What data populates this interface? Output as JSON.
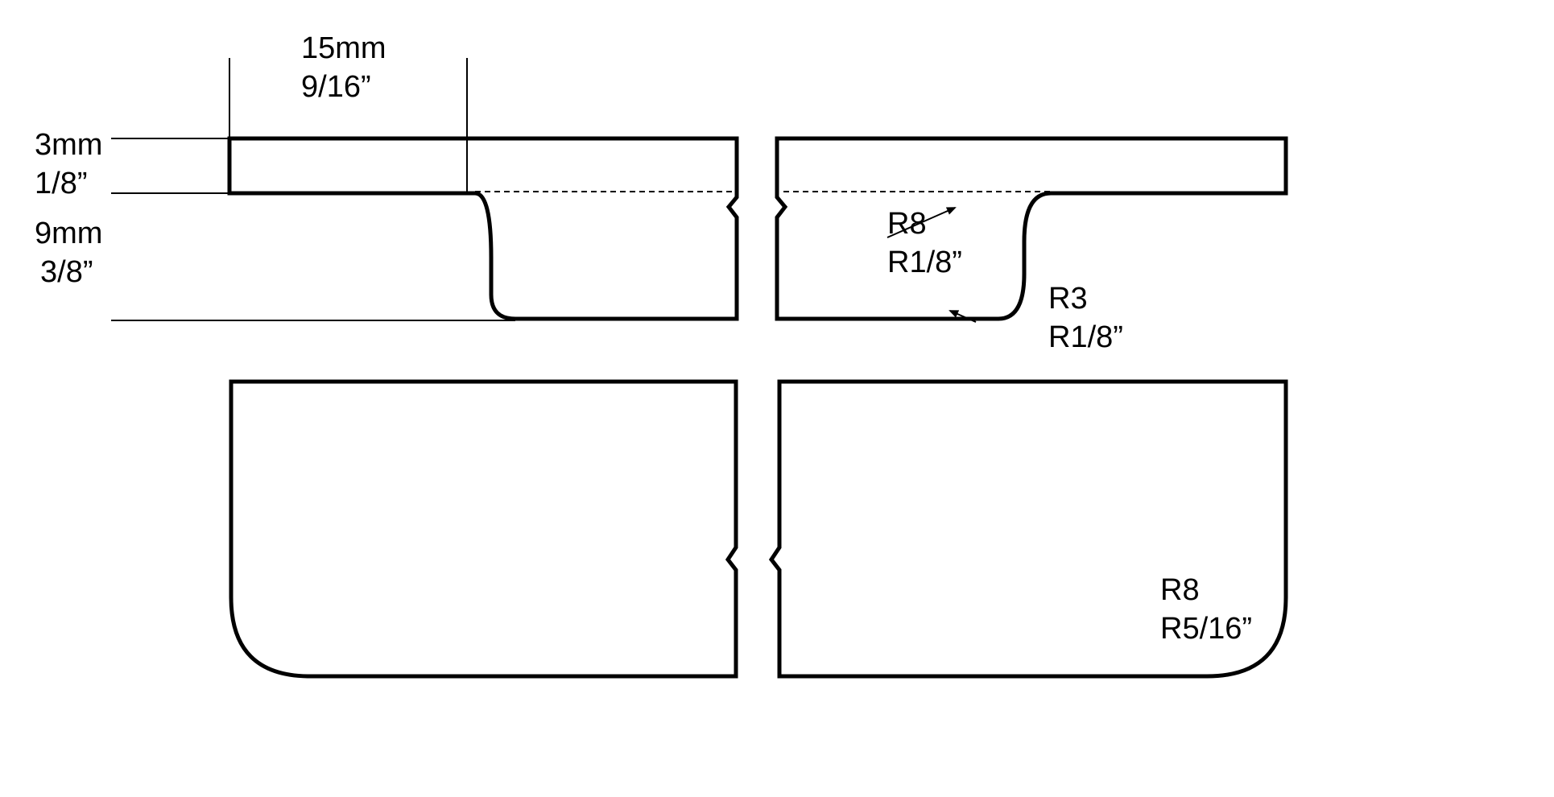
{
  "dimensions": {
    "width_top": "15mm",
    "width_bottom": "9/16”",
    "thickness_top": "3mm",
    "thickness_bottom": "1/8”",
    "depth_top": "9mm",
    "depth_bottom": "3/8”"
  },
  "radii": {
    "inner_bend_top": "R8",
    "inner_bend_bottom": "R1/8”",
    "outer_bend_top": "R3",
    "outer_bend_bottom": "R1/8”",
    "plan_corner_top": "R8",
    "plan_corner_bottom": "R5/16”"
  },
  "colors": {
    "line": "#000000",
    "background": "#ffffff"
  }
}
